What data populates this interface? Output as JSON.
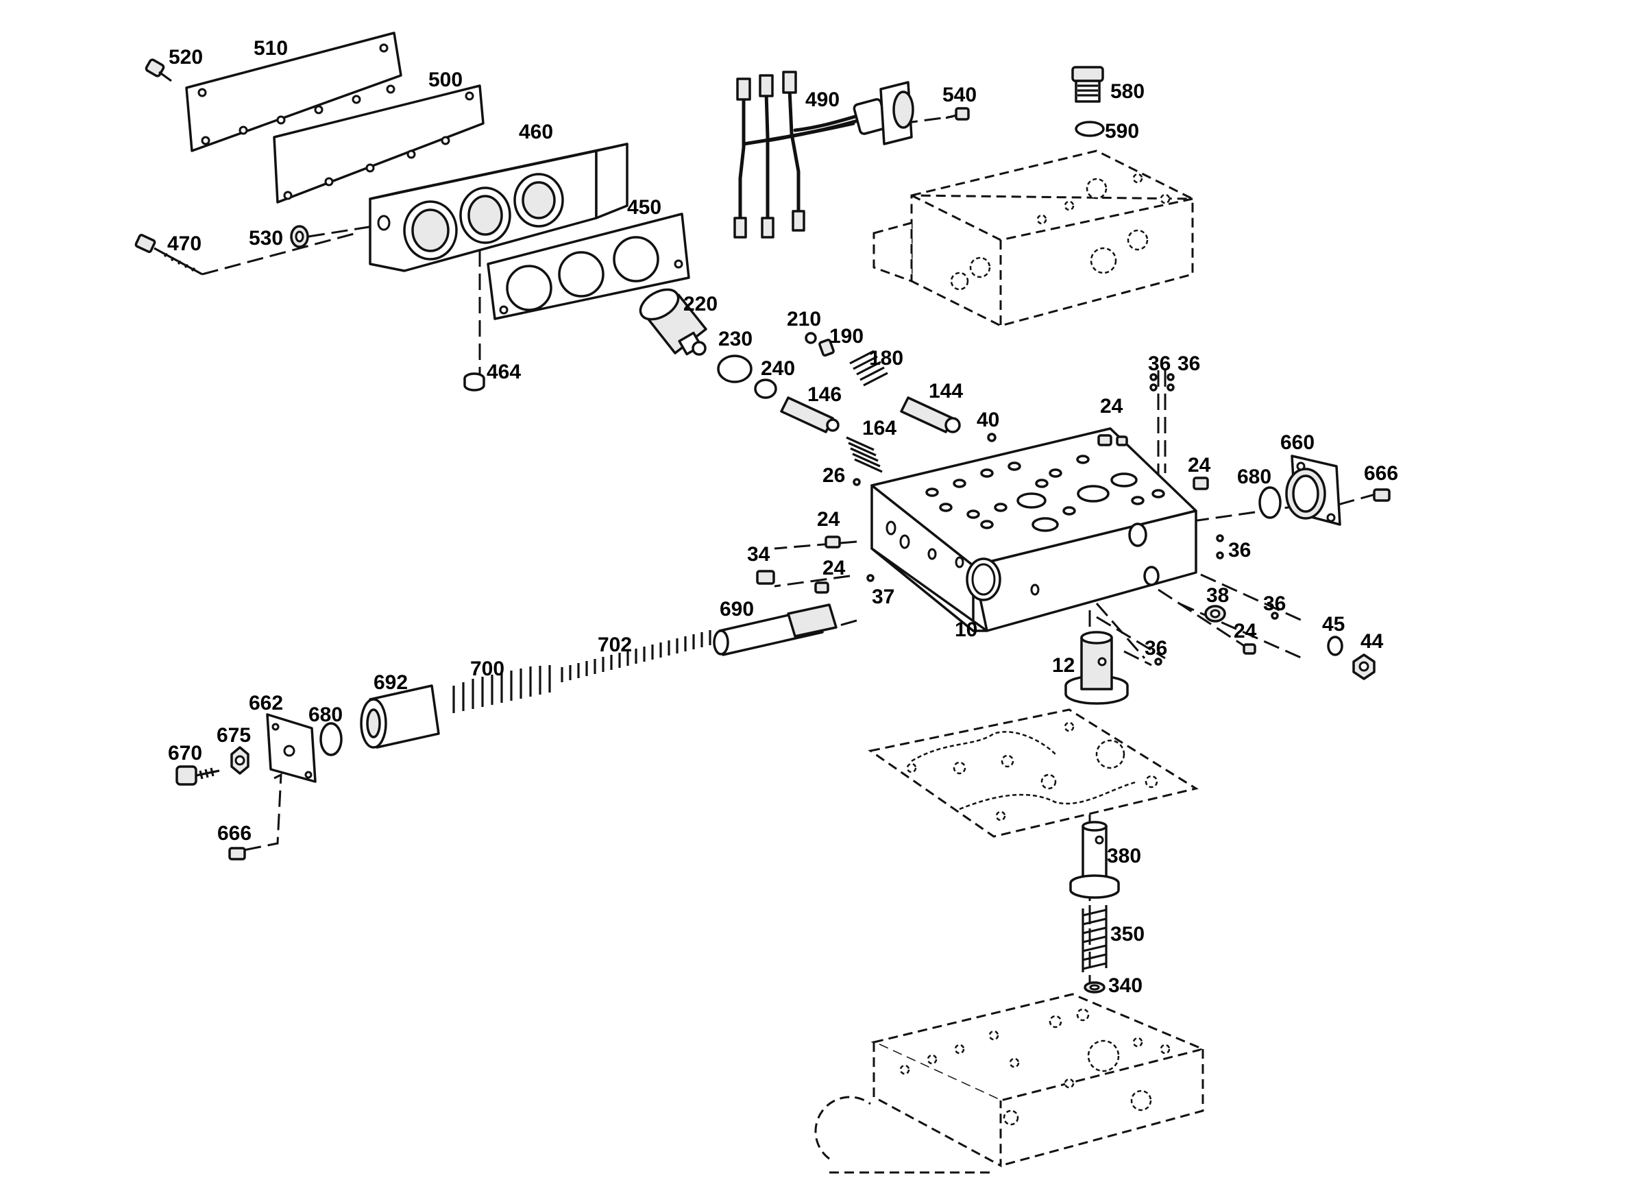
{
  "diagram": {
    "labels": {
      "p520": "520",
      "p510": "510",
      "p500": "500",
      "p460": "460",
      "p450": "450",
      "p470": "470",
      "p530": "530",
      "p464": "464",
      "p490": "490",
      "p540": "540",
      "p580": "580",
      "p590": "590",
      "p220": "220",
      "p230": "230",
      "p240": "240",
      "p210": "210",
      "p190": "190",
      "p180": "180",
      "p146": "146",
      "p144": "144",
      "p164": "164",
      "p40": "40",
      "p36a": "36",
      "p36b": "36",
      "p24a": "24",
      "p24b": "24",
      "p24c": "24",
      "p24d": "24",
      "p24e": "24",
      "p26": "26",
      "p660": "660",
      "p680a": "680",
      "p666a": "666",
      "p34": "34",
      "p37": "37",
      "p36c": "36",
      "p36d": "36",
      "p36e": "36",
      "p38": "38",
      "p45": "45",
      "p44": "44",
      "p10": "10",
      "p12": "12",
      "p690": "690",
      "p702": "702",
      "p700": "700",
      "p692": "692",
      "p662": "662",
      "p680b": "680",
      "p675": "675",
      "p670": "670",
      "p666b": "666",
      "p380": "380",
      "p350": "350",
      "p340": "340"
    }
  }
}
